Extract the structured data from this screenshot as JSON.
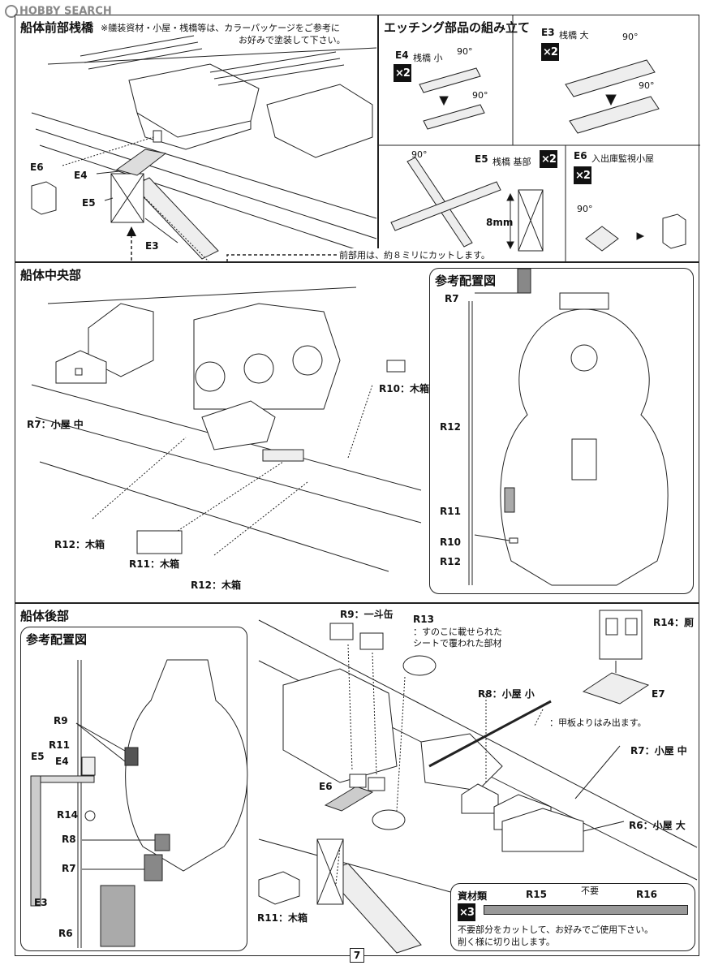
{
  "watermark": "HOBBY SEARCH",
  "page_number": "7",
  "section_bow": {
    "title": "船体前部桟橋",
    "note_line1": "※艤装資材・小屋・桟橋等は、カラーパッケージをご参考に",
    "note_line2": "お好みで塗装して下さい。",
    "labels": {
      "e6": "E6",
      "e4": "E4",
      "e5": "E5",
      "e3": "E3"
    }
  },
  "section_etching": {
    "title": "エッチング部品の組み立て",
    "e4": {
      "code": "E4",
      "name": "桟橋 小",
      "angle1": "90°",
      "angle2": "90°",
      "mult": "×2"
    },
    "e3": {
      "code": "E3",
      "name": "桟橋 大",
      "angle1": "90°",
      "angle2": "90°",
      "mult": "×2"
    },
    "e5": {
      "code": "E5",
      "name": "桟橋 基部",
      "angle": "90°",
      "size": "8mm",
      "mult": "×2"
    },
    "e6": {
      "code": "E6",
      "name": "入出庫監視小屋",
      "angle": "90°",
      "mult": "×2"
    },
    "cut_note": "前部用は、約８ミリにカットします。"
  },
  "section_mid": {
    "title": "船体中央部",
    "labels": {
      "r7": "R7：小屋 中",
      "r10": "R10：木箱",
      "r12a": "R12：木箱",
      "r11": "R11：木箱",
      "r12b": "R12：木箱"
    },
    "ref_title": "参考配置図",
    "ref_labels": {
      "r7": "R7",
      "r12a": "R12",
      "r11": "R11",
      "r10": "R10",
      "r12b": "R12"
    }
  },
  "section_stern": {
    "title": "船体後部",
    "ref_title": "参考配置図",
    "ref_labels": {
      "r9": "R9",
      "r11": "R11",
      "e5": "E5",
      "e4": "E4",
      "r14": "R14",
      "r8": "R8",
      "r7": "R7",
      "e3": "E3",
      "r6": "R6"
    },
    "labels": {
      "r9": "R9：一斗缶",
      "r13_code": "R13",
      "r13_line1": "：すのこに載せられた",
      "r13_line2": "シートで覆われた部材",
      "r14": "R14：厠",
      "e7": "E7",
      "r8": "R8：小屋 小",
      "deck_note": "：甲板よりはみ出ます。",
      "r7": "R7：小屋 中",
      "e6": "E6",
      "r6": "R6：小屋 大",
      "r11": "R11：木箱"
    },
    "materials": {
      "title": "資材類",
      "mult": "×3",
      "r15": "R15",
      "unneeded": "不要",
      "r16": "R16",
      "note_line1": "不要部分をカットして、お好みでご使用下さい。",
      "note_line2": "削く様に切り出します。"
    }
  }
}
